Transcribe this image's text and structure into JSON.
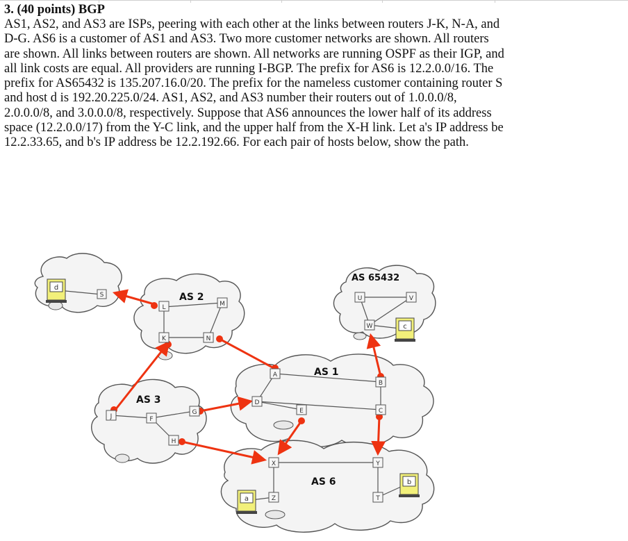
{
  "question": {
    "number_points": "3. (40 points) BGP",
    "body": "AS1, AS2, and AS3 are ISPs, peering with each other at the links between routers J-K, N-A, and\nD-G. AS6 is a customer of AS1 and AS3. Two more customer networks are shown. All routers\nare shown. All links between routers are shown. All networks are running OSPF as their IGP, and\nall link costs are equal. All providers are running I-BGP. The prefix for AS6 is 12.2.0.0/16. The\nprefix for AS65432 is 135.207.16.0/20. The prefix for the nameless customer containing router S\nand host d is 192.20.225.0/24. AS1, AS2, and AS3 number their routers out of 1.0.0.0/8,\n2.0.0.0/8, and 3.0.0.0/8, respectively. Suppose that AS6 announces the lower half of its address\nspace (12.2.0.0/17) from the Y-C link, and the upper half from the X-H link. Let a's IP address be\n12.2.33.65, and b's IP address be 12.2.192.66. For each pair of hosts below, show the path."
  },
  "diagram": {
    "as_labels": {
      "as2": "AS 2",
      "as1": "AS 1",
      "as3": "AS 3",
      "as6": "AS 6",
      "as65432": "AS 65432"
    },
    "routers": {
      "S": "S",
      "L": "L",
      "M": "M",
      "K": "K",
      "N": "N",
      "A": "A",
      "B": "B",
      "C": "C",
      "D": "D",
      "E": "E",
      "J": "J",
      "F": "F",
      "G": "G",
      "H": "H",
      "X": "X",
      "Y": "Y",
      "Z": "Z",
      "T": "T",
      "U": "U",
      "V": "V",
      "W": "W"
    },
    "hosts": {
      "d": "d",
      "c": "c",
      "a": "a",
      "b": "b"
    },
    "colors": {
      "arrow": "#ee3311",
      "line": "#555555",
      "router_fill": "#f6f6f6",
      "host_fill": "#f2f07a"
    }
  }
}
